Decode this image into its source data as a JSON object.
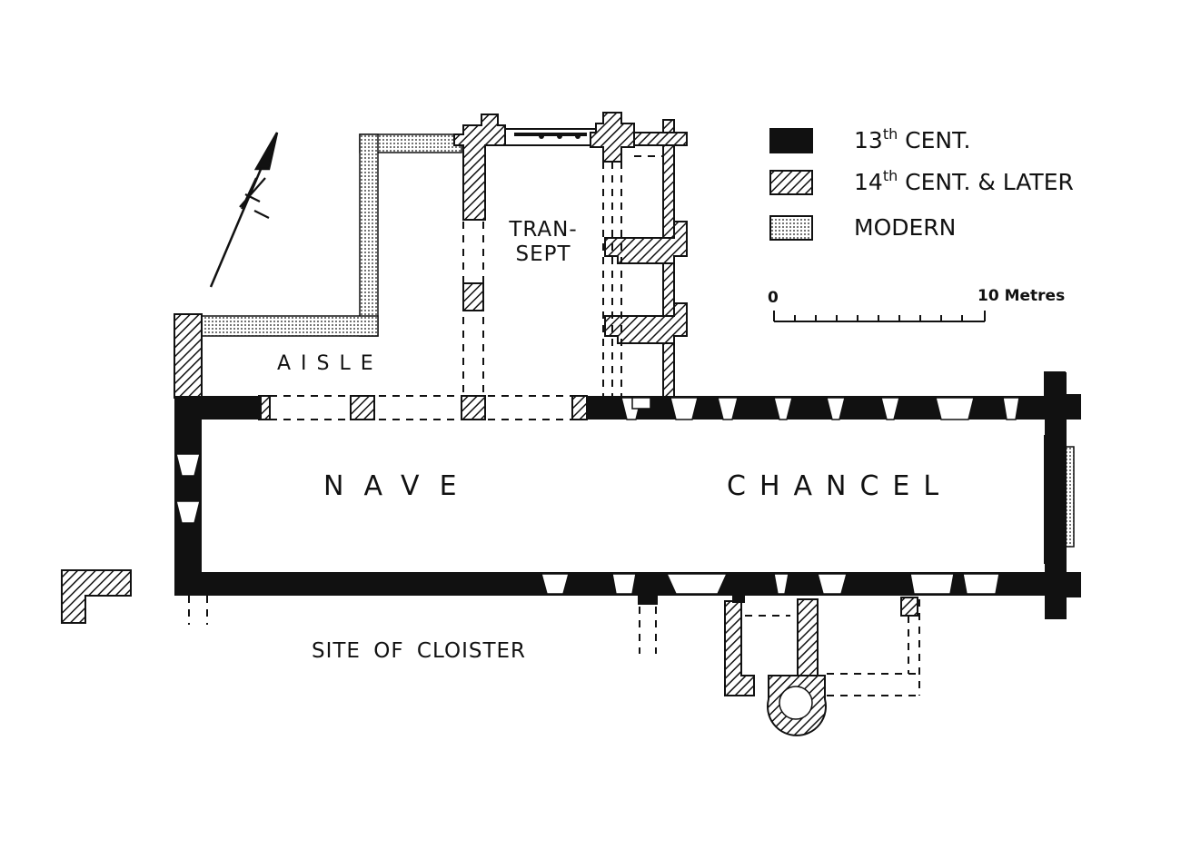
{
  "labels": {
    "transept_line1": "TRAN-",
    "transept_line2": "SEPT",
    "aisle": "AISLE",
    "nave": "NAVE",
    "chancel": "CHANCEL",
    "site_of_cloister": "SITE OF CLOISTER",
    "north_symbol": "N"
  },
  "legend": [
    {
      "prefix": "13",
      "sup": "th",
      "text": " CENT.",
      "pattern": "solid"
    },
    {
      "prefix": "14",
      "sup": "th",
      "text": " CENT. & LATER",
      "pattern": "hatched"
    },
    {
      "prefix": "",
      "sup": "",
      "text": "MODERN",
      "pattern": "dotted"
    }
  ],
  "scale": {
    "start": "0",
    "end": "10 Metres"
  },
  "colors": {
    "ink": "#111111",
    "paper": "#ffffff"
  }
}
